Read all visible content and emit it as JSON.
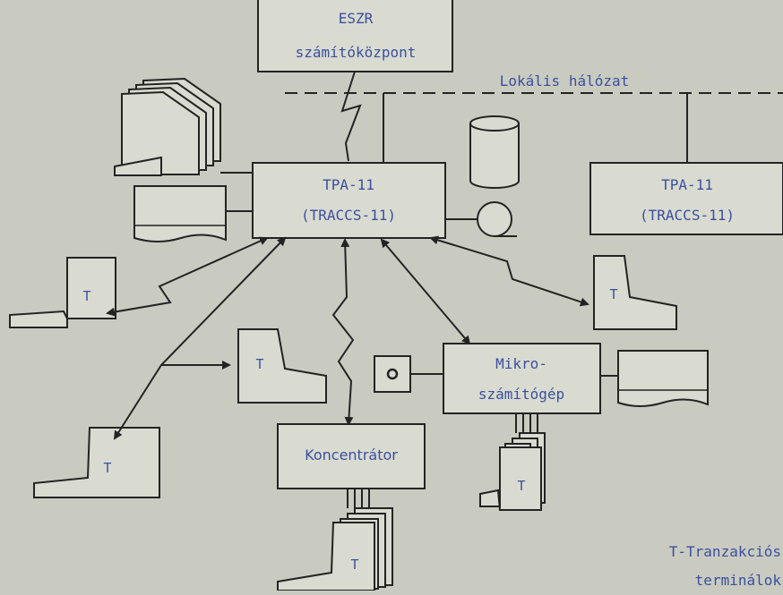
{
  "colors": {
    "background": "#c9cbc0",
    "line": "#232323",
    "label_text": "#3b4fa0",
    "box_fill": "#d9dbd0"
  },
  "mainframe": {
    "line1": "ESZR",
    "line2": "számítóközpont"
  },
  "network": {
    "label": "Lokális hálózat"
  },
  "tpa_main": {
    "line1": "TPA-11",
    "line2": "(TRACCS-11)"
  },
  "tpa_remote": {
    "line1": "TPA-11",
    "line2": "(TRACCS-11)"
  },
  "micro": {
    "line1": "Mikro-",
    "line2": "számítógép"
  },
  "concentrator": {
    "label": "Koncentrátor"
  },
  "terminal_letter": "T",
  "legend": {
    "line1": "T-Tranzakciós",
    "line2": "terminálok"
  }
}
